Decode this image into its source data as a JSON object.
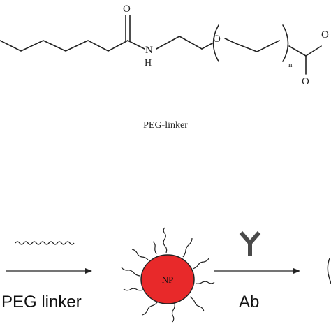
{
  "structure": {
    "atom_o_carbonyl": "O",
    "atom_n": "N",
    "atom_h": "H",
    "atom_o_ether": "O",
    "subscript_n": "n",
    "caption": "PEG-linker"
  },
  "scheme": {
    "np_label": "NP",
    "step1_label": "PEG linker",
    "step2_label": "Ab"
  },
  "colors": {
    "np_fill": "#e8292a",
    "stroke": "#222222",
    "antibody": "#4a4a4a"
  }
}
